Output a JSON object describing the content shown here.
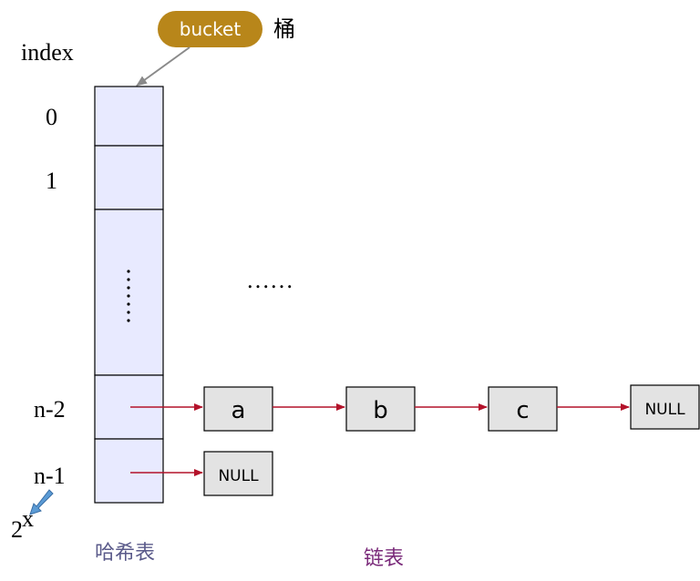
{
  "title": {
    "bucket_pill": "bucket",
    "bucket_cn": "桶",
    "index_header": "index"
  },
  "index_labels": [
    "0",
    "1",
    "n-2",
    "n-1"
  ],
  "middle_dots": "……",
  "power_label": {
    "base": "2",
    "exponent": "x"
  },
  "nodes": {
    "a": "a",
    "b": "b",
    "c": "c",
    "null_row_n2": "NULL",
    "null_row_n1": "NULL"
  },
  "captions": {
    "hash_table": "哈希表",
    "linked_list": "链表"
  },
  "colors": {
    "pill_bg": "#b8861a",
    "bucket_fill": "#e8eaff",
    "node_fill": "#e3e3e3",
    "arrow_red": "#b3122a",
    "arrow_gray": "#8a8a8a",
    "blue_arrow": "#5b9bd5",
    "caption_hash": "#5a5a8a",
    "caption_list": "#7a2a7a"
  }
}
